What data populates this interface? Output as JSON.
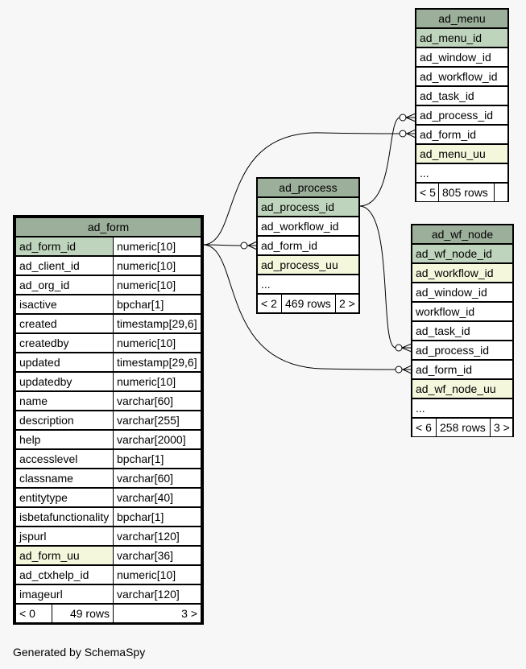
{
  "tables": {
    "ad_form": {
      "name": "ad_form",
      "columns": [
        {
          "name": "ad_form_id",
          "type": "numeric[10]"
        },
        {
          "name": "ad_client_id",
          "type": "numeric[10]"
        },
        {
          "name": "ad_org_id",
          "type": "numeric[10]"
        },
        {
          "name": "isactive",
          "type": "bpchar[1]"
        },
        {
          "name": "created",
          "type": "timestamp[29,6]"
        },
        {
          "name": "createdby",
          "type": "numeric[10]"
        },
        {
          "name": "updated",
          "type": "timestamp[29,6]"
        },
        {
          "name": "updatedby",
          "type": "numeric[10]"
        },
        {
          "name": "name",
          "type": "varchar[60]"
        },
        {
          "name": "description",
          "type": "varchar[255]"
        },
        {
          "name": "help",
          "type": "varchar[2000]"
        },
        {
          "name": "accesslevel",
          "type": "bpchar[1]"
        },
        {
          "name": "classname",
          "type": "varchar[60]"
        },
        {
          "name": "entitytype",
          "type": "varchar[40]"
        },
        {
          "name": "isbetafunctionality",
          "type": "bpchar[1]"
        },
        {
          "name": "jspurl",
          "type": "varchar[120]"
        },
        {
          "name": "ad_form_uu",
          "type": "varchar[36]"
        },
        {
          "name": "ad_ctxhelp_id",
          "type": "numeric[10]"
        },
        {
          "name": "imageurl",
          "type": "varchar[120]"
        }
      ],
      "footer": {
        "parents": "< 0",
        "rows": "49 rows",
        "children": "3 >"
      }
    },
    "ad_process": {
      "name": "ad_process",
      "columns": [
        "ad_process_id",
        "ad_workflow_id",
        "ad_form_id",
        "ad_process_uu",
        "..."
      ],
      "footer": {
        "parents": "< 2",
        "rows": "469 rows",
        "children": "2 >"
      }
    },
    "ad_menu": {
      "name": "ad_menu",
      "columns": [
        "ad_menu_id",
        "ad_window_id",
        "ad_workflow_id",
        "ad_task_id",
        "ad_process_id",
        "ad_form_id",
        "ad_menu_uu",
        "..."
      ],
      "footer": {
        "parents": "< 5",
        "rows": "805 rows",
        "children": ""
      }
    },
    "ad_wf_node": {
      "name": "ad_wf_node",
      "columns": [
        "ad_wf_node_id",
        "ad_workflow_id",
        "ad_window_id",
        "workflow_id",
        "ad_task_id",
        "ad_process_id",
        "ad_form_id",
        "ad_wf_node_uu",
        "..."
      ],
      "footer": {
        "parents": "< 6",
        "rows": "258 rows",
        "children": "3 >"
      }
    }
  },
  "footer_text": "Generated by SchemaSpy"
}
